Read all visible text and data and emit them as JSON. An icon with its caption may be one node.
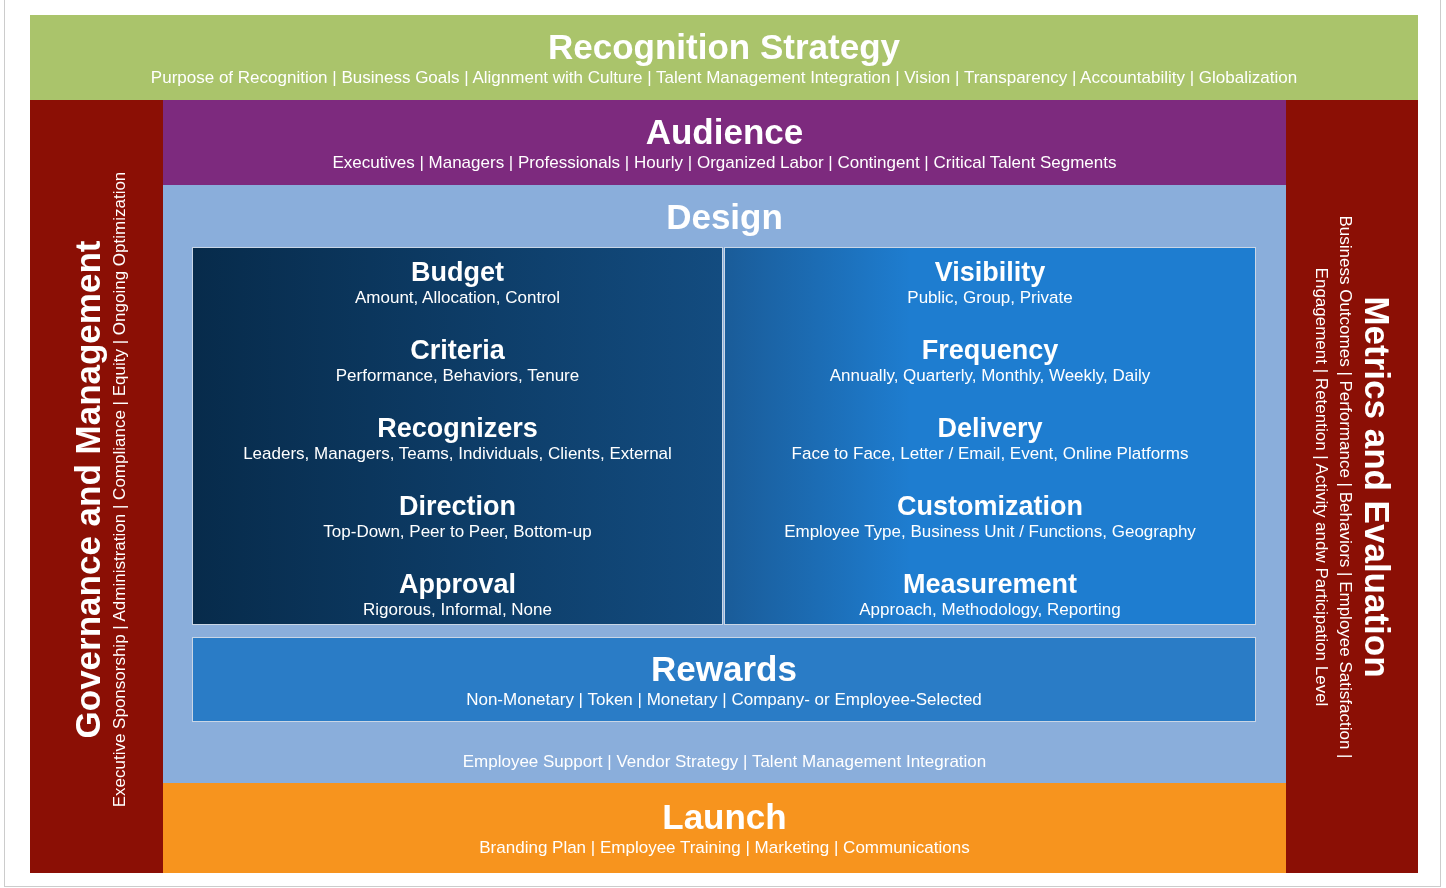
{
  "diagram": {
    "nodes": [
      {
        "text": [
          "Recognition Strategy",
          "Purpose of Recognition | Business Goals | Alignment with Culture | Talent Management Integration | Vision | Transparency |  Accountability | Globalization"
        ]
      },
      {
        "text": [
          "Governance and Management",
          "Executive Sponsorship | Administration | Compliance | Equity | Ongoing Optimization"
        ]
      },
      {
        "text": [
          "Audience",
          "Executives | Managers | Professionals | Hourly | Organized Labor | Contingent | Critical Talent Segments"
        ]
      },
      {
        "text": [
          "Design",
          "Employee Support  | Vendor Strategy  | Talent Management Integration"
        ]
      },
      {
        "text": [
          "Budget",
          "Amount, Allocation, Control",
          "Criteria",
          "Performance, Behaviors, Tenure",
          "Recognizers",
          "Leaders, Managers, Teams, Individuals, Clients, External",
          "Direction",
          "Top-Down, Peer to Peer, Bottom-up",
          "Approval",
          "Rigorous, Informal, None"
        ],
        "in": 3
      },
      {
        "text": [
          "Visibility",
          "Public, Group, Private",
          "Frequency",
          "Annually, Quarterly, Monthly, Weekly, Daily",
          "Delivery",
          "Face to Face, Letter / Email, Event, Online Platforms",
          "Customization",
          "Employee Type, Business Unit / Functions, Geography",
          "Measurement",
          "Approach, Methodology, Reporting"
        ],
        "in": 3
      },
      {
        "text": [
          "Rewards",
          "Non-Monetary | Token | Monetary | Company- or Employee-Selected"
        ],
        "in": 3
      },
      {
        "text": [
          "Launch",
          "Branding Plan | Employee Training | Marketing | Communications"
        ]
      },
      {
        "text": [
          "Metrics and Evaluation",
          "Business Outcomes | Performance | Behaviors | Employee Satisfaction | Engagement | Retention | Activity andw Participation Level"
        ]
      }
    ],
    "edges": []
  }
}
